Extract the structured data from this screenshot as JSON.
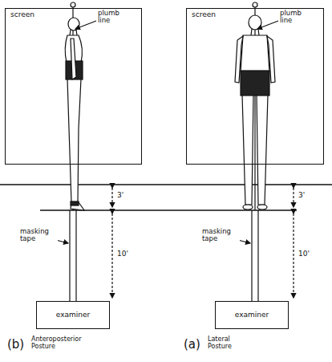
{
  "diagram": {
    "nodes": [
      {
        "text": [
          "screen"
        ]
      },
      {
        "text": [
          "screen"
        ]
      },
      {
        "text": [
          "examiner"
        ]
      },
      {
        "text": [
          "examiner"
        ]
      }
    ],
    "labels": [
      "plumb line",
      "3'",
      "masking tape",
      "10'",
      "(b)",
      "Anteroposterior Posture",
      "plumb line",
      "3'",
      "masking tape",
      "10'",
      "(a)",
      "Lateral Posture"
    ]
  }
}
